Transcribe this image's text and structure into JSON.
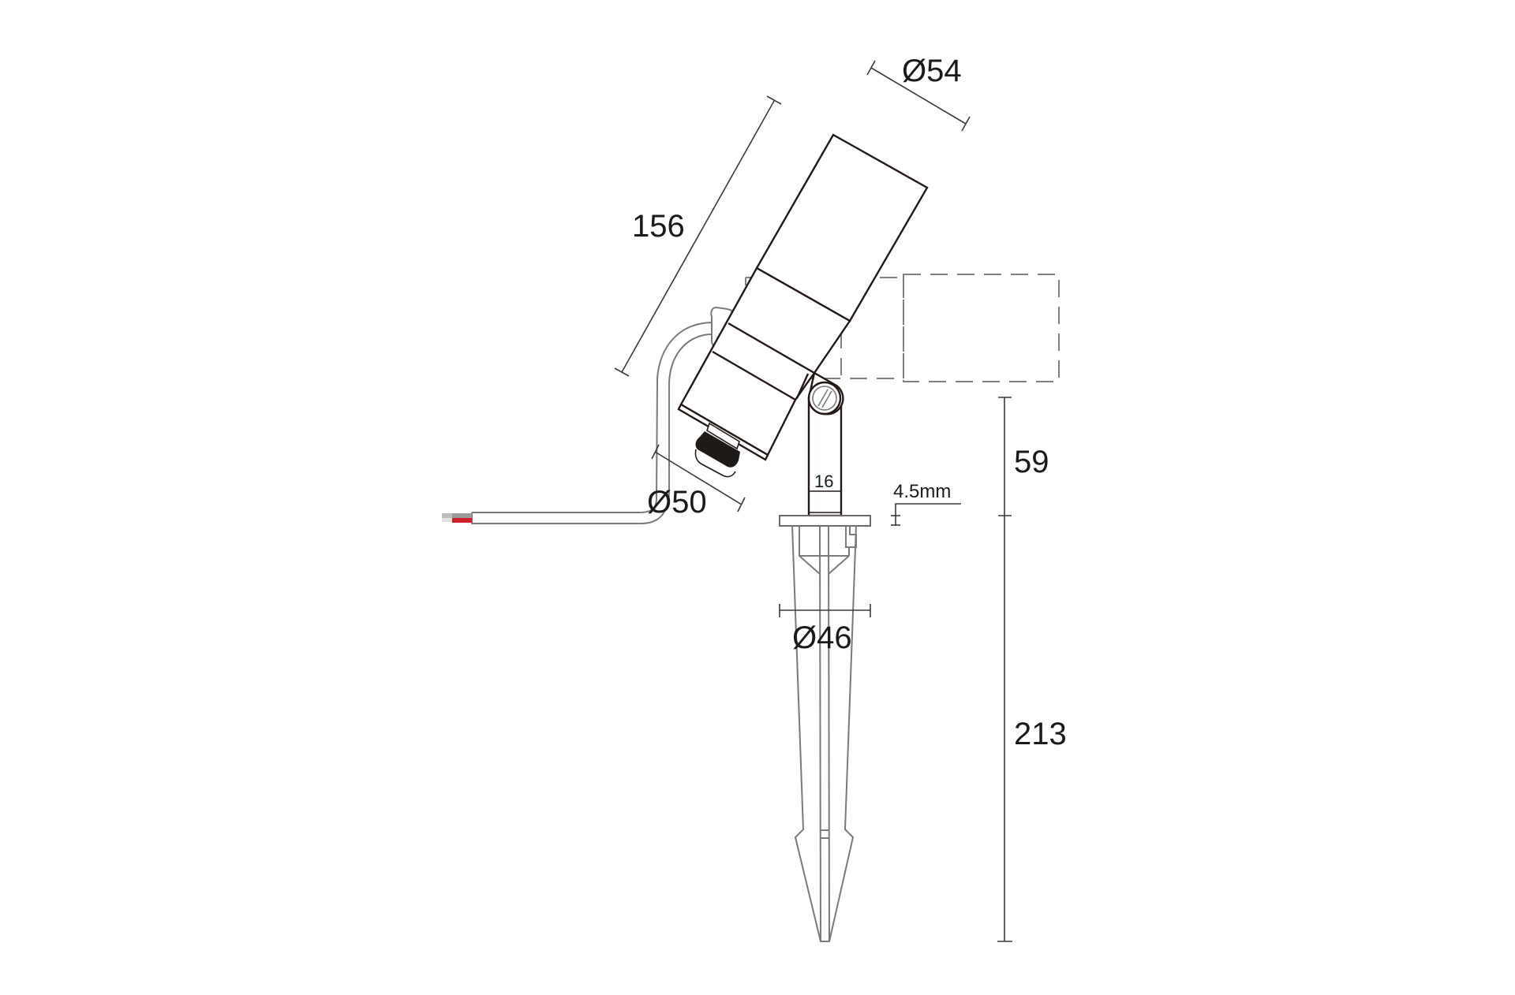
{
  "drawing": {
    "title": "Adjustable spike spotlight dimension drawing",
    "units": "mm",
    "colors": {
      "outline": "#231815",
      "dashed": "#808080",
      "cable": "#7a7a7a",
      "dimension": "#3a3a3a",
      "wire_red": "#d0202a",
      "wire_grey": "#9a9a9a",
      "gland": "#1e1a18"
    }
  },
  "dimensions": {
    "head_diameter": "Ø54",
    "overall_length": "156",
    "body_diameter": "Ø50",
    "arm_width": "16",
    "flange_thickness": "4.5mm",
    "arm_height": "59",
    "spike_diameter": "Ø46",
    "spike_length": "213"
  }
}
